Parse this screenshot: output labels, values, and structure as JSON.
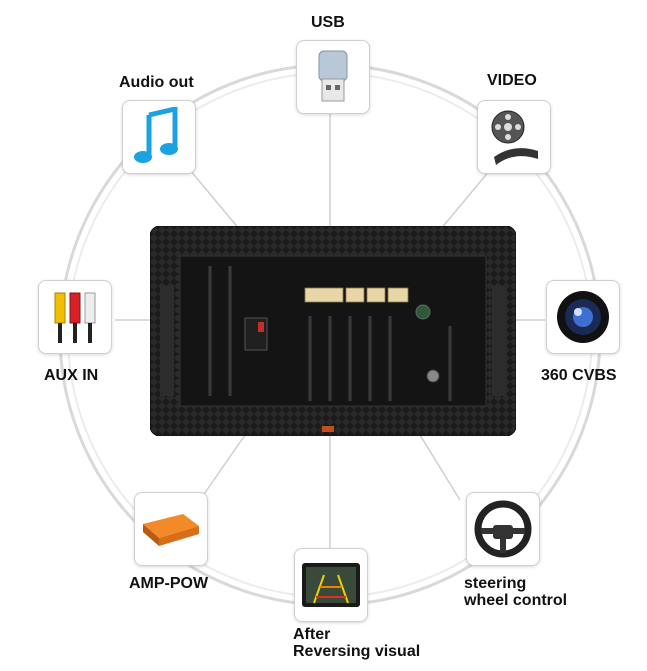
{
  "labels": {
    "usb": "USB",
    "audio_out": "Audio out",
    "video": "VIDEO",
    "aux_in": "AUX IN",
    "cvbs": "360 CVBS",
    "amp_pow": "AMP-POW",
    "steering_line1": "steering",
    "steering_line2": "wheel control",
    "after_line1": "After",
    "after_line2": "Reversing visual"
  },
  "icons": {
    "usb": "usb-drive-icon",
    "audio_out": "music-note-icon",
    "video": "film-reel-icon",
    "aux_in": "rca-cable-icon",
    "cvbs": "camera-lens-icon",
    "amp_pow": "amplifier-icon",
    "steering": "steering-wheel-icon",
    "after": "reverse-camera-screen-icon"
  },
  "colors": {
    "ring": "#d9d9d9",
    "unit_body": "#1e1e1e",
    "connector": "#e7d7a6"
  }
}
